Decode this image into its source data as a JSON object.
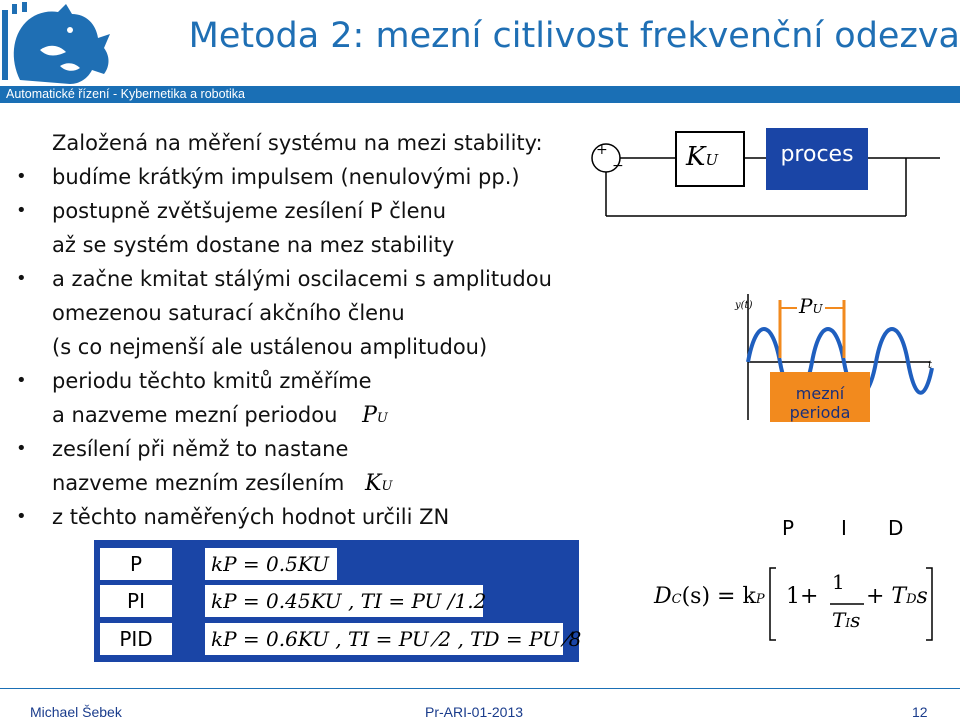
{
  "header": {
    "title": "Metoda 2: mezní citlivost frekvenční odezva",
    "subtitle": "Automatické řízení - Kybernetika a robotika"
  },
  "body": {
    "intro1": "Založená na měření systému na mezi stability:",
    "lines": [
      {
        "bullet": true,
        "text": "budíme krátkým impulsem (nenulovými pp.)"
      },
      {
        "bullet": true,
        "text": "postupně zvětšujeme zesílení P členu"
      },
      {
        "bullet": false,
        "text": "až se systém dostane na mez stability"
      },
      {
        "bullet": true,
        "text": "a začne kmitat stálými oscilacemi  s amplitudou"
      },
      {
        "bullet": false,
        "text": "omezenou saturací akčního členu"
      },
      {
        "bullet": false,
        "text": "(s co nejmenší ale ustálenou amplitudou)"
      },
      {
        "bullet": true,
        "text": "periodu těchto kmitů změříme"
      },
      {
        "bullet": false,
        "text": "a nazveme mezní periodou"
      },
      {
        "bullet": true,
        "text": "zesílení při němž to nastane"
      },
      {
        "bullet": false,
        "text": "nazveme mezním zesílením"
      },
      {
        "bullet": true,
        "text": "z těchto naměřených hodnot určili ZN"
      }
    ],
    "pu_symbol": "P",
    "pu_sub": "U",
    "ku_symbol": "K",
    "ku_sub": "U"
  },
  "pid_table": {
    "rows": [
      {
        "label": "P",
        "formula": "kP = 0.5KU"
      },
      {
        "label": "PI",
        "formula": "kP = 0.45KU , TI = PU /1.2"
      },
      {
        "label": "PID",
        "formula": "kP = 0.6KU , TI = PU ⁄2 , TD = PU ⁄8"
      }
    ]
  },
  "block_diagram": {
    "sum_plus": "+",
    "sum_minus": "−",
    "gain": "K",
    "gain_sub": "U",
    "process": "proces"
  },
  "oscillation": {
    "y_label": "y(t)",
    "t_label": "t",
    "period_label": "P",
    "period_sub": "U",
    "caption_line1": "mezní",
    "caption_line2": "perioda"
  },
  "pid_formula": {
    "headers": [
      "P",
      "I",
      "D"
    ],
    "lhs": "D",
    "lhs_sub": "C",
    "lhs_arg": "(s) = k",
    "kp_sub": "P",
    "one_plus": "1+",
    "frac_num": "1",
    "frac_den": "T",
    "frac_den_sub": "I",
    "frac_den_s": "s",
    "plus_td": "+ T",
    "td_sub": "D",
    "td_s": "s"
  },
  "footer": {
    "author": "Michael Šebek",
    "code": "Pr-ARI-01-2013",
    "page": "12"
  },
  "colors": {
    "title": "#1f6fb4",
    "bar": "#1a6fb5",
    "process_box": "#1a45a6",
    "orange": "#f28a1e",
    "wave": "#1f5fbf"
  }
}
